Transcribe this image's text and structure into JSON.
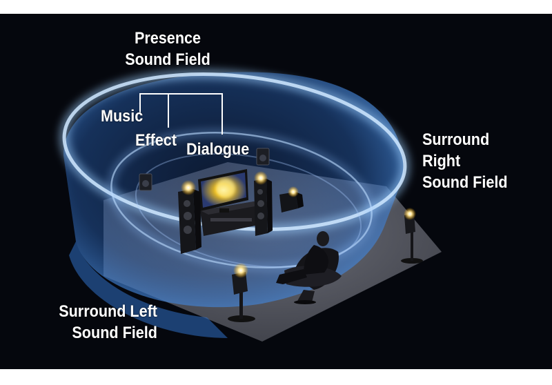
{
  "labels": {
    "presence_line1": "Presence",
    "presence_line2": "Sound Field",
    "music": "Music",
    "effect": "Effect",
    "dialogue": "Dialogue",
    "surround_right_line1": "Surround",
    "surround_right_line2": "Right",
    "surround_right_line3": "Sound Field",
    "surround_left_line1": "Surround Left",
    "surround_left_line2": "Sound Field"
  },
  "colors": {
    "background": "#05070d",
    "field_blue": "#3a7fd6",
    "ring_glow": "#9fd0ff",
    "floor": "#5a5c66",
    "text": "#ffffff"
  }
}
